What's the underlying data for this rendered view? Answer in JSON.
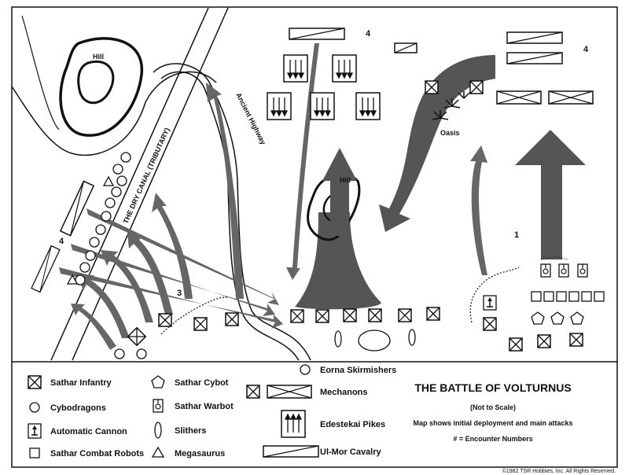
{
  "map": {
    "labels": {
      "hill_nw": "Hill",
      "hill_center": "Hill",
      "oasis": "Oasis",
      "canal": "THE DRY CANAL (TRIBUTARY)",
      "highway": "Ancient Highway"
    },
    "encounter_numbers": {
      "n1": "1",
      "n3": "3",
      "n4_top": "4",
      "n4_right": "4",
      "n4_left": "4"
    }
  },
  "legend": {
    "sathar_infantry": "Sathar Infantry",
    "cybodragons": "Cybodragons",
    "automatic_cannon": "Automatic Cannon",
    "sathar_combat_robots": "Sathar Combat Robots",
    "sathar_cybot": "Sathar Cybot",
    "sathar_warbot": "Sathar Warbot",
    "slithers": "Slithers",
    "megasaurus": "Megasaurus",
    "eorna_skirmishers": "Eorna Skirmishers",
    "mechanons": "Mechanons",
    "edestekai_pikes": "Edestekai Pikes",
    "ul_mor_cavalry": "Ul-Mor Cavalry"
  },
  "title_block": {
    "title": "THE BATTLE OF VOLTURNUS",
    "subtitle": "(Not to Scale)",
    "description": "Map shows initial deployment and main attacks",
    "encounter_note": "# = Encounter Numbers"
  },
  "copyright": "©1982 TSR Hobbies, Inc. All Rights Reserved."
}
